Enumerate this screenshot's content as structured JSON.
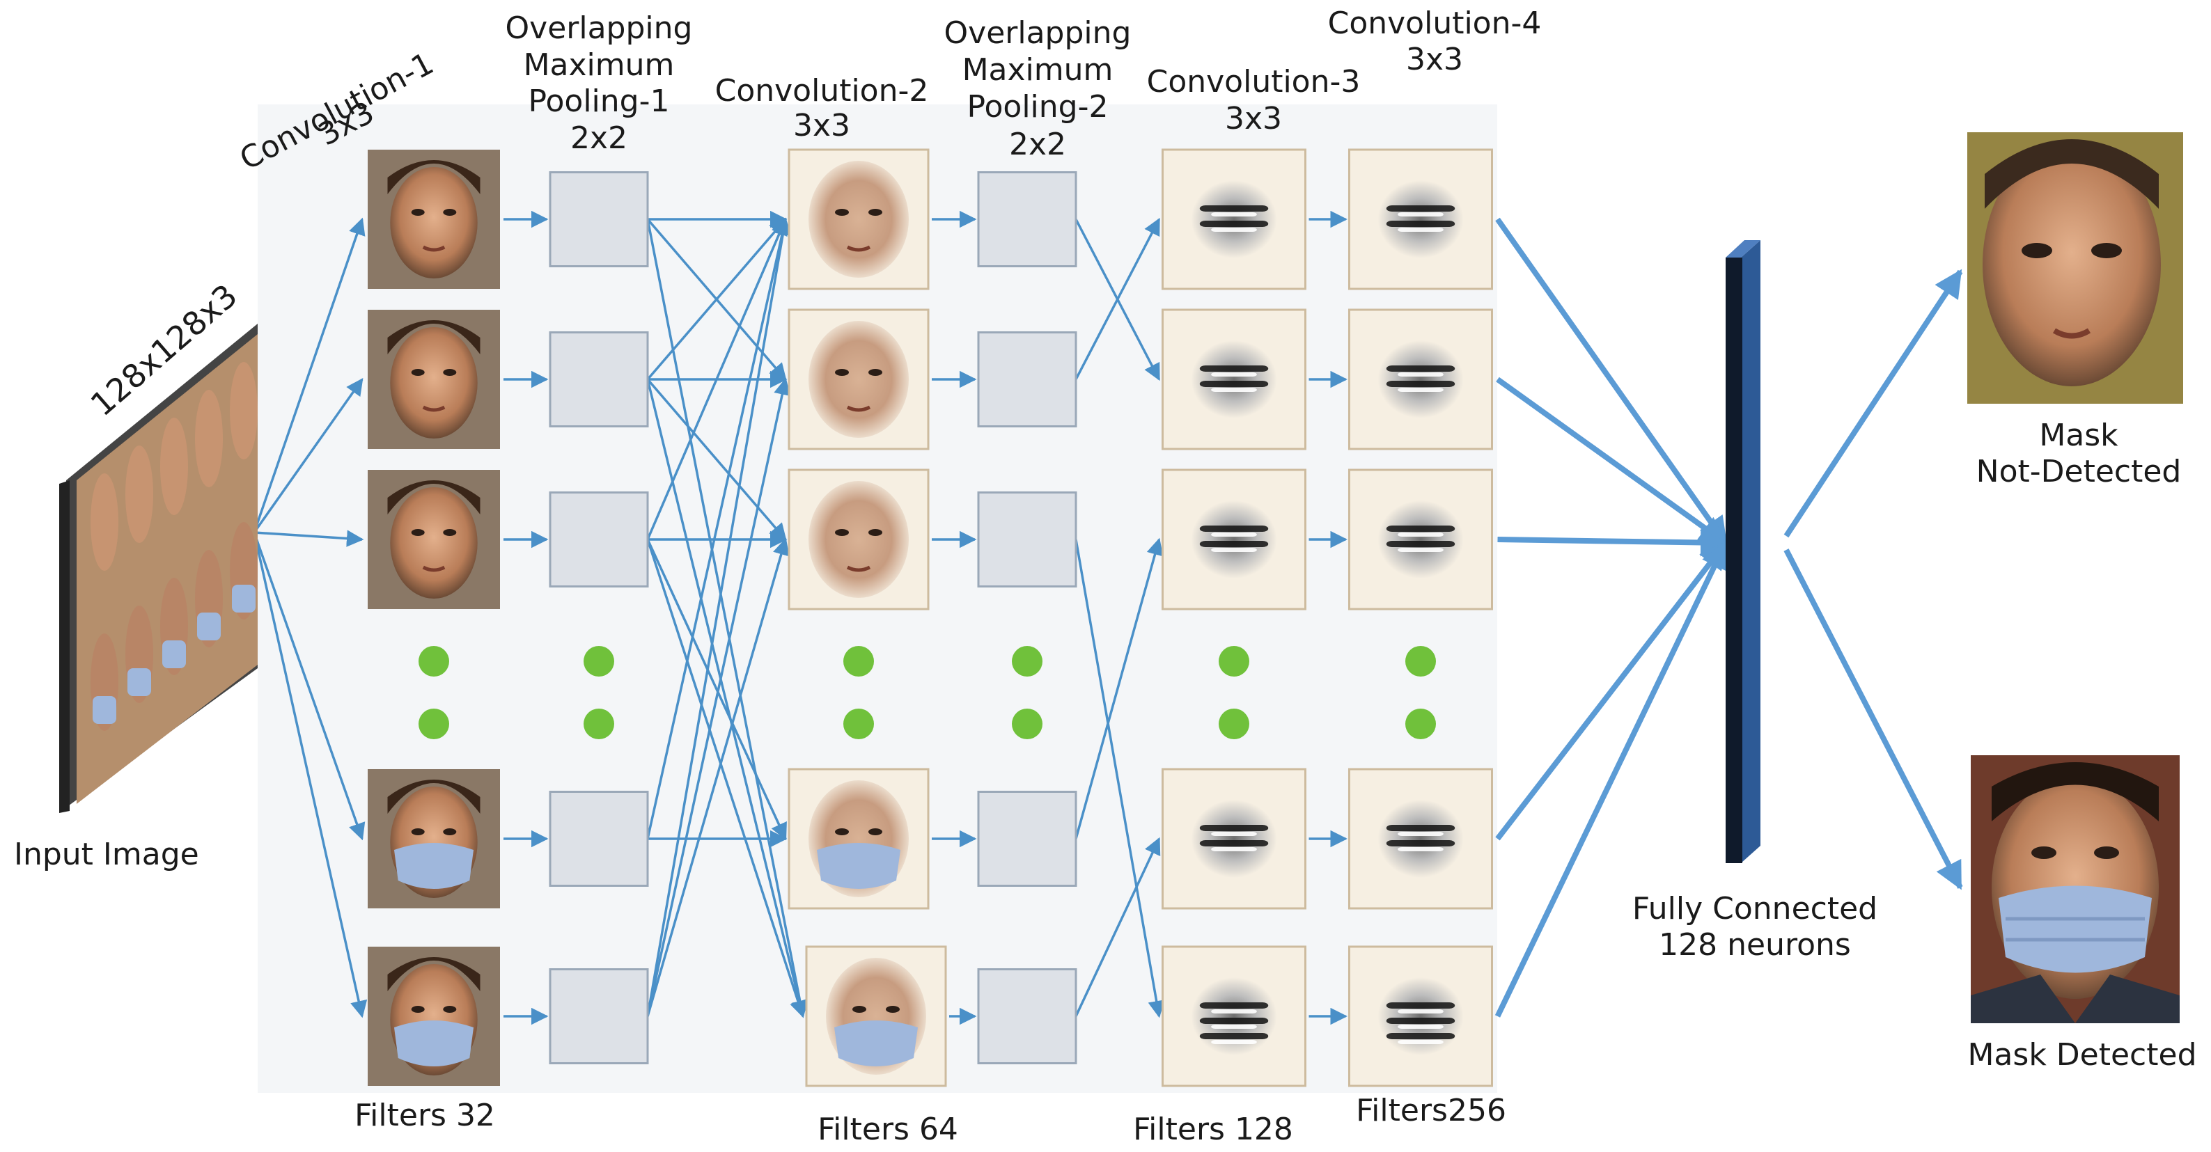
{
  "input": {
    "label": "Input Image",
    "size": "128x128x3"
  },
  "conv1": {
    "title_lines": [
      "Convolution-1",
      "3x3"
    ],
    "filters": "Filters 32"
  },
  "pool1": {
    "title_lines": [
      "Overlapping",
      "Maximum",
      "Pooling-1",
      "2x2"
    ]
  },
  "conv2": {
    "title_lines": [
      "Convolution-2",
      "3x3"
    ],
    "filters": "Filters 64"
  },
  "pool2": {
    "title_lines": [
      "Overlapping",
      "Maximum",
      "Pooling-2",
      "2x2"
    ]
  },
  "conv3": {
    "title_lines": [
      "Convolution-3",
      "3x3"
    ],
    "filters": "Filters 128"
  },
  "conv4": {
    "title_lines": [
      "Convolution-4",
      "3x3"
    ],
    "filters": "Filters256"
  },
  "fc": {
    "lines": [
      "Fully Connected",
      "128 neurons"
    ]
  },
  "outputs": {
    "no_mask": [
      "Mask",
      "Not-Detected"
    ],
    "mask": "Mask Detected"
  },
  "colors": {
    "arrow": "#4a90c8",
    "thick_arrow": "#5b9bd5",
    "dot": "#70c13b",
    "pool_box": "#dde1e7",
    "pool_border": "#9aa8b8",
    "feature_bg": "#f6efe2",
    "panel": "#f4f6f8",
    "fc_front": "#0f1a2b",
    "fc_side": "#2d5a96"
  }
}
